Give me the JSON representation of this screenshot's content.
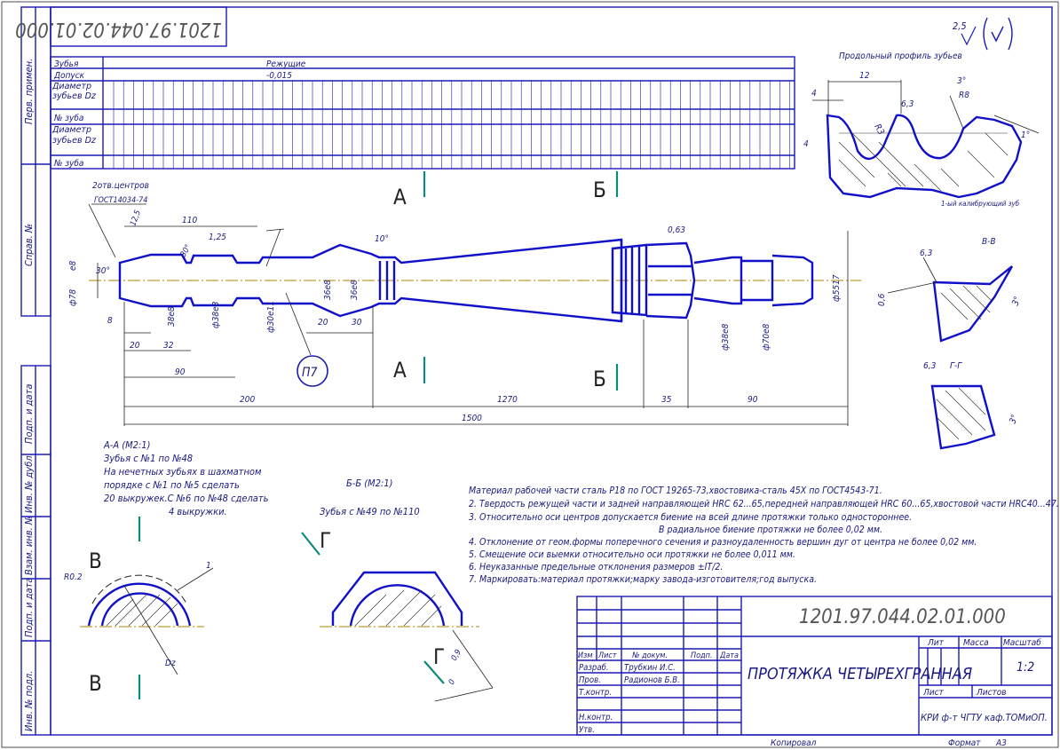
{
  "stamp": {
    "drawing_number": "1201.97.044.02.01.000",
    "title": "ПРОТЯЖКА ЧЕТЫРЕХГРАННАЯ",
    "scale": "1:2",
    "org": "КРИ ф-т ЧГТУ каф.ТОМиОП.",
    "col_lit": "Лит",
    "col_mass": "Масса",
    "col_scale": "Масштаб",
    "sheet": "Лист",
    "sheets": "Листов",
    "h_izm": "Изм",
    "h_list": "Лист",
    "h_doc": "№ докум.",
    "h_sign": "Подп.",
    "h_date": "Дата",
    "r_razrab": "Разраб.",
    "r_prov": "Пров.",
    "r_tkontr": "Т.контр.",
    "r_nkontr": "Н.контр.",
    "r_utv": "Утв.",
    "n_razrab": "Трубкин И.С.",
    "n_prov": "Радионов Б.В.",
    "kopiroval": "Копировал",
    "format_label": "Формат",
    "format_value": "А3"
  },
  "side_labels": {
    "perv_primen": "Перв. примен.",
    "sprav": "Справ. №",
    "podp_data1": "Подп. и дата",
    "inv_dubl": "Инв. № дубл.",
    "vzam_inv": "Взам. инв. №",
    "podp_data2": "Подп. и дата",
    "inv_podl": "Инв. № подл."
  },
  "rotated_number": "1201.97.044.02.01.000",
  "table": {
    "h_zubya": "Зубья",
    "h_rezh": "Режущие",
    "h_dopusk": "Допуск",
    "v_dopusk": "-0,015",
    "h_diam1": "Диаметр зубьев Dz",
    "h_nzub1": "№ зуба",
    "h_diam2": "Диаметр зубьев Dz",
    "h_nzub2": "№ зуба"
  },
  "roughness": {
    "value": "2,5"
  },
  "profile": {
    "title": "Продольный профиль зубьев",
    "d12": "12",
    "d4": "4",
    "d63": "6,3",
    "angle3": "3°",
    "r8": "R8",
    "angle1": "1°",
    "r3": "R3",
    "d4b": "4",
    "note": "1-ый калибрующий зуб"
  },
  "vv": {
    "title": "В-В",
    "d63": "6,3",
    "d06": "0,6",
    "a3": "3°"
  },
  "gg": {
    "title": "Г-Г",
    "d63": "6,3",
    "a3": "3°"
  },
  "main": {
    "centers": "2отв.центров",
    "gost": "ГОСТ14034-74",
    "ra125": "12,5",
    "d110": "110",
    "d125": "1,25",
    "a30": "30°",
    "a10": "10°",
    "d063": "0,63",
    "phi8": "е8",
    "phi78": "ф78",
    "phi38a": "38е8",
    "phi38b": "ф38е8",
    "phi30e11": "ф30е11",
    "d36e8a": "36е8",
    "d36e8b": "36е8",
    "phi5517": "ф5517",
    "phi38c": "ф38е8",
    "phi70": "ф70е8",
    "d8": "8",
    "d20": "20",
    "d32": "32",
    "d90a": "90",
    "d20b": "20",
    "d30": "30",
    "d200": "200",
    "d1270": "1270",
    "d35": "35",
    "d90b": "90",
    "d1500": "1500",
    "a30b": "30°",
    "ra_circle": "П7",
    "cutA": "А",
    "cutA2": "А",
    "cutB": "Б",
    "cutB2": "Б"
  },
  "notes_left": {
    "l1": "А-А (М2:1)",
    "l2": "Зубья с №1 по №48",
    "l3": "На нечетных зубьях в шахматном",
    "l4": "порядке с №1 по №5 сделать",
    "l5": "20 выкружек.С №6 по №48 сделать",
    "l6": "4 выкружки."
  },
  "bb": {
    "title": "Б-Б (М2:1)",
    "sub": "Зубья с №49 по №110",
    "g": "Г",
    "g2": "Г",
    "d09": "0,9",
    "d0": "0"
  },
  "sectionV": {
    "v": "В",
    "v2": "В",
    "r02": "R0.2",
    "d1": "1",
    "dz": "Dz"
  },
  "tech": {
    "l1": "Материал рабочей части сталь Р18 по ГОСТ 19265-73,хвостовика-сталь 45Х по ГОСТ4543-71.",
    "l2": "2. Твердость режущей части и задней направляющей HRC 62...65,передней направляющей HRC 60...65,хвостовой части  HRC40...47.",
    "l3": "3. Относительно оси центров допускается биение на всей длине протяжки только одностороннее.",
    "l3b": "В радиальное биение протяжки не более 0,02 мм.",
    "l4": "4.  Отклонение от геом.формы поперечного сечения и разноудаленность вершин дуг от центра не более 0,02 мм.",
    "l5": "5. Смещение оси выемки относительно оси протяжки не более  0,011 мм.",
    "l6": "6.  Неуказанные предельные отклонения размеров ±IT/2.",
    "l7": "7. Маркировать:материал протяжки;марку завода-изготовителя;год выпуска."
  }
}
